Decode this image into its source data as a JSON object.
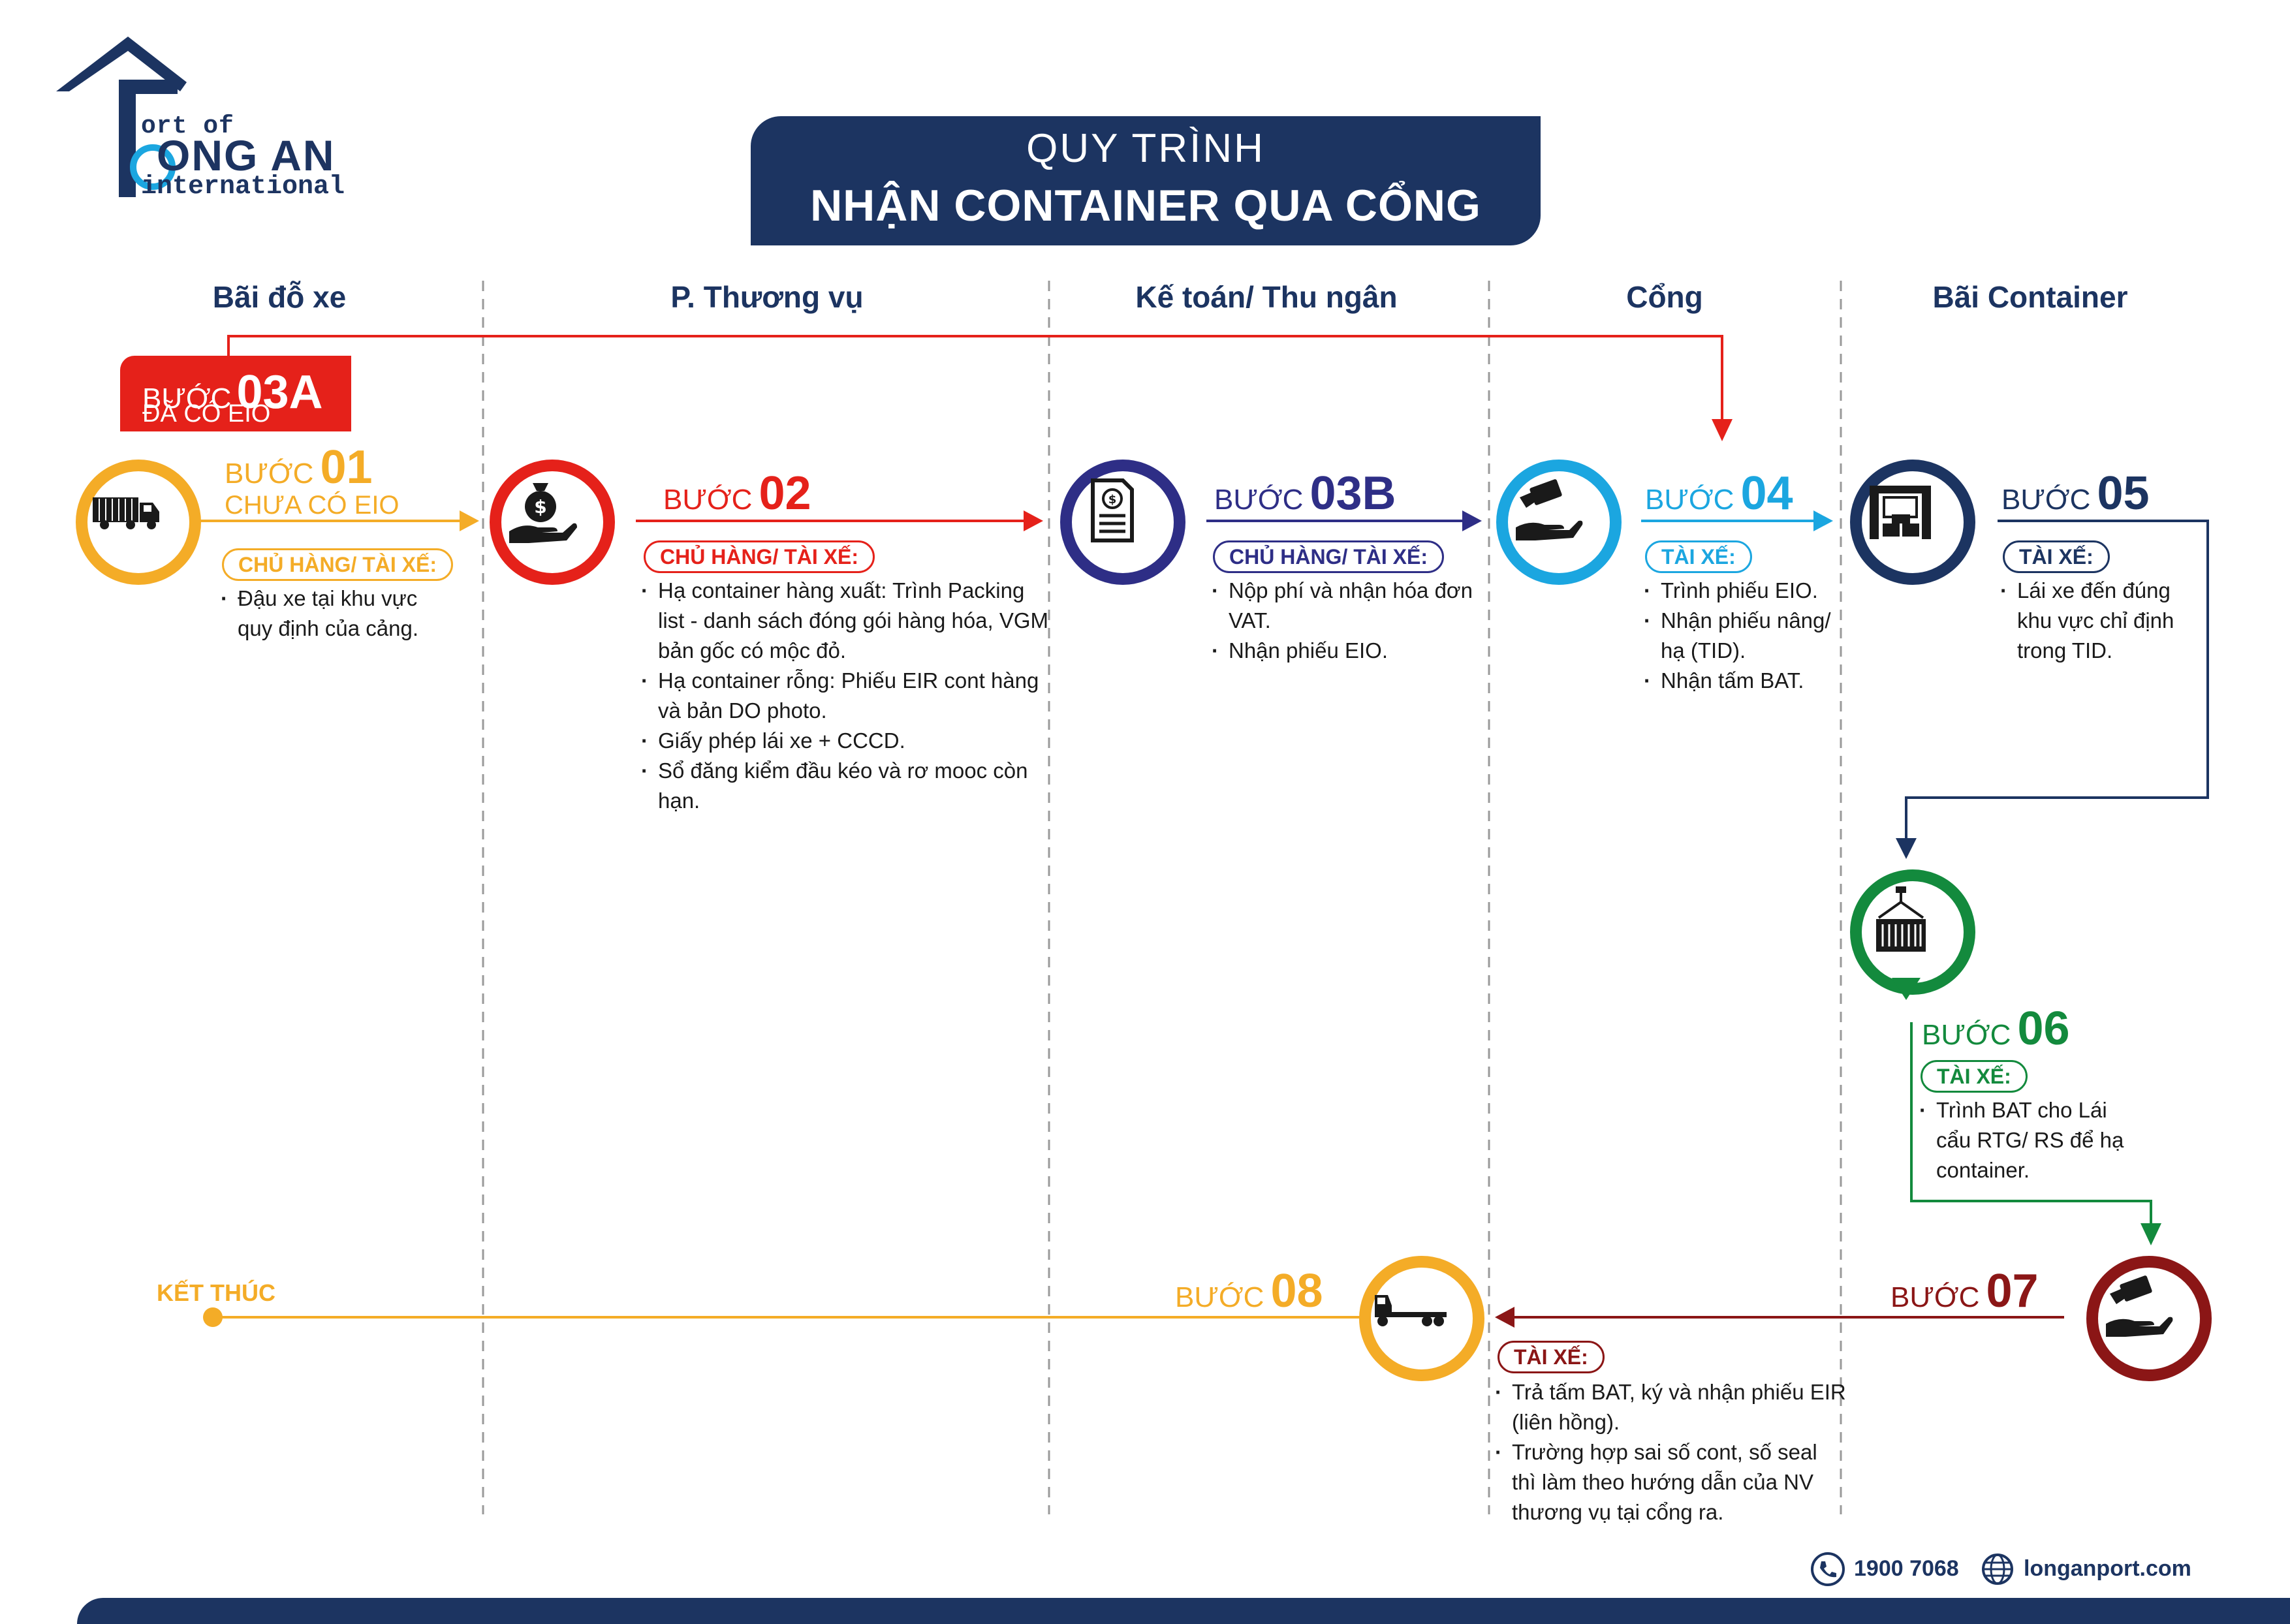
{
  "logo": {
    "line1": "ort of",
    "line2": "ONG AN",
    "line3": "international"
  },
  "title": {
    "line1": "QUY TRÌNH",
    "line2": "NHẬN CONTAINER QUA CỔNG"
  },
  "columns": [
    "Bãi đỗ xe",
    "P. Thương vụ",
    "Kế toán/ Thu ngân",
    "Cổng",
    "Bãi Container"
  ],
  "step_word": "BƯỚC",
  "steps": {
    "s03a": {
      "num": "03A",
      "sub": "ĐÃ CÓ EIO"
    },
    "s01": {
      "num": "01",
      "sub": "CHƯA CÓ EIO",
      "role": "CHỦ HÀNG/ TÀI XẾ:",
      "items": [
        "Đậu xe tại khu vực",
        "quy định của cảng."
      ]
    },
    "s02": {
      "num": "02",
      "role": "CHỦ HÀNG/ TÀI XẾ:",
      "items": [
        "Hạ container hàng xuất: Trình Packing list - danh sách đóng gói hàng hóa, VGM bản gốc có mộc đỏ.",
        "Hạ container rỗng: Phiếu EIR cont hàng và bản DO photo.",
        "Giấy phép lái xe + CCCD.",
        "Sổ đăng kiểm đầu kéo và rơ mooc còn hạn."
      ]
    },
    "s03b": {
      "num": "03B",
      "role": "CHỦ HÀNG/ TÀI XẾ:",
      "items": [
        "Nộp phí và nhận hóa đơn VAT.",
        "Nhận phiếu EIO."
      ]
    },
    "s04": {
      "num": "04",
      "role": "TÀI XẾ:",
      "items": [
        "Trình phiếu EIO.",
        "Nhận phiếu nâng/ hạ (TID).",
        "Nhận tấm BAT."
      ]
    },
    "s05": {
      "num": "05",
      "role": "TÀI XẾ:",
      "items": [
        "Lái xe đến đúng khu vực chỉ định trong TID."
      ]
    },
    "s06": {
      "num": "06",
      "role": "TÀI XẾ:",
      "items": [
        "Trình BAT cho Lái cẩu RTG/ RS để hạ container."
      ]
    },
    "s07": {
      "num": "07",
      "role": "TÀI XẾ:",
      "items": [
        "Trả tấm BAT, ký và nhận phiếu EIR (liên hồng).",
        "Trường hợp sai số cont, số seal thì làm theo hướng dẫn của NV thương vụ tại cổng ra."
      ]
    },
    "s08": {
      "num": "08"
    }
  },
  "end_label": "KẾT THÚC",
  "footer": {
    "phone": "1900 7068",
    "website": "longanport.com"
  },
  "colors": {
    "navy": "#1c3461",
    "red": "#e5211a",
    "yellow": "#f4ac27",
    "indigo": "#2e2e86",
    "sky": "#1ba6e0",
    "green": "#138a3d",
    "maroon": "#8b1616"
  },
  "icons": [
    "truck-icon",
    "money-bag-hand-icon",
    "invoice-icon",
    "card-handover-icon",
    "container-yard-icon",
    "crane-container-icon",
    "card-handover-icon",
    "truck-trailer-icon",
    "phone-icon",
    "globe-icon"
  ]
}
